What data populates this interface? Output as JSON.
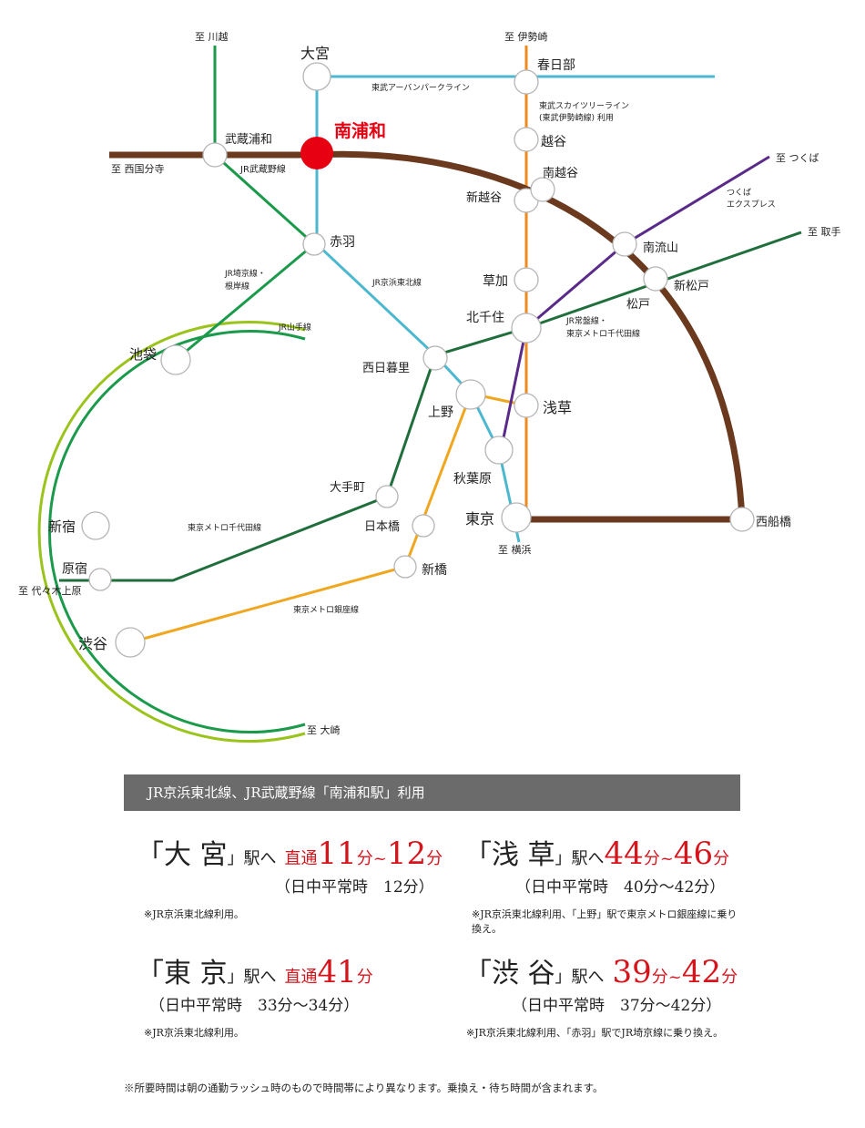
{
  "map": {
    "stations": {
      "omiya": "大宮",
      "minamiurawa": "南浦和",
      "musashiurawa": "武蔵浦和",
      "akabane": "赤羽",
      "ikebukuro": "池袋",
      "shinjuku": "新宿",
      "harajuku": "原宿",
      "shibuya": "渋谷",
      "nishinippori": "西日暮里",
      "ueno": "上野",
      "akihabara": "秋葉原",
      "tokyo": "東京",
      "otemachi": "大手町",
      "nihonbashi": "日本橋",
      "shinbashi": "新橋",
      "kasukabe": "春日部",
      "koshigaya": "越谷",
      "shinkoshigaya": "新越谷",
      "minamikoshigaya": "南越谷",
      "soka": "草加",
      "kitasenju": "北千住",
      "asakusa": "浅草",
      "minaminagareyama": "南流山",
      "shinmatsudo": "新松戸",
      "matsudo": "松戸",
      "nishifunabashi": "西船橋"
    },
    "destinations": {
      "kawagoe": "至 川越",
      "isesaki": "至 伊勢崎",
      "nishikokubunji": "至 西国分寺",
      "tsukuba": "至 つくば",
      "toride": "至 取手",
      "yokohama": "至 横浜",
      "yoyogiuehara": "至 代々木上原",
      "osaki": "至 大崎"
    },
    "lines": {
      "urban_park": "東武アーバンパークライン",
      "skytree_1": "東武スカイツリーライン",
      "skytree_2": "(東武伊勢崎線) 利用",
      "musashino": "JR武蔵野線",
      "saikyo_1": "JR埼京線・",
      "saikyo_2": "根岸線",
      "keihin": "JR京浜東北線",
      "yamanote": "JR山手線",
      "tsukuba_1": "つくば",
      "tsukuba_2": "エクスプレス",
      "joban_1": "JR常盤線・",
      "joban_2": "東京メトロ千代田線",
      "chiyoda": "東京メトロ千代田線",
      "ginza": "東京メトロ銀座線"
    },
    "colors": {
      "keihin": "#4cb8d0",
      "musashino": "#6b3a1e",
      "saikyo": "#1a9a4a",
      "yamanote": "#9ac31c",
      "chiyoda": "#1f6e3b",
      "ginza": "#f0a61e",
      "tobu": "#f08a1c",
      "tsukuba": "#5a2a8a",
      "highlight": "#e60012"
    }
  },
  "banner": "JR京浜東北線、JR武蔵野線「南浦和駅」利用",
  "trips": {
    "omiya": {
      "open": "「",
      "station": "大 宮",
      "close": "」駅へ",
      "direct": "直通",
      "t1": "11",
      "u1": "分",
      "tilde": "~",
      "t2": "12",
      "u2": "分",
      "daytime": "（日中平常時　12分）",
      "note": "※JR京浜東北線利用。"
    },
    "asakusa": {
      "open": "「",
      "station": "浅 草",
      "close": "」駅へ",
      "t1": "44",
      "u1": "分",
      "tilde": "~",
      "t2": "46",
      "u2": "分",
      "daytime": "（日中平常時　40分〜42分）",
      "note": "※JR京浜東北線利用、「上野」駅で東京メトロ銀座線に乗り換え。"
    },
    "tokyo": {
      "open": "「",
      "station": "東 京",
      "close": "」駅へ",
      "direct": "直通",
      "t1": "41",
      "u1": "分",
      "daytime": "（日中平常時　33分〜34分）",
      "note": "※JR京浜東北線利用。"
    },
    "shibuya": {
      "open": "「",
      "station": "渋 谷",
      "close": "」駅へ",
      "t1": "39",
      "u1": "分",
      "tilde": "~",
      "t2": "42",
      "u2": "分",
      "daytime": "（日中平常時　37分〜42分）",
      "note": "※JR京浜東北線利用、「赤羽」駅でJR埼京線に乗り換え。"
    }
  },
  "footnote": "※所要時間は朝の通勤ラッシュ時のもので時間帯により異なります。乗換え・待ち時間が含まれます。"
}
